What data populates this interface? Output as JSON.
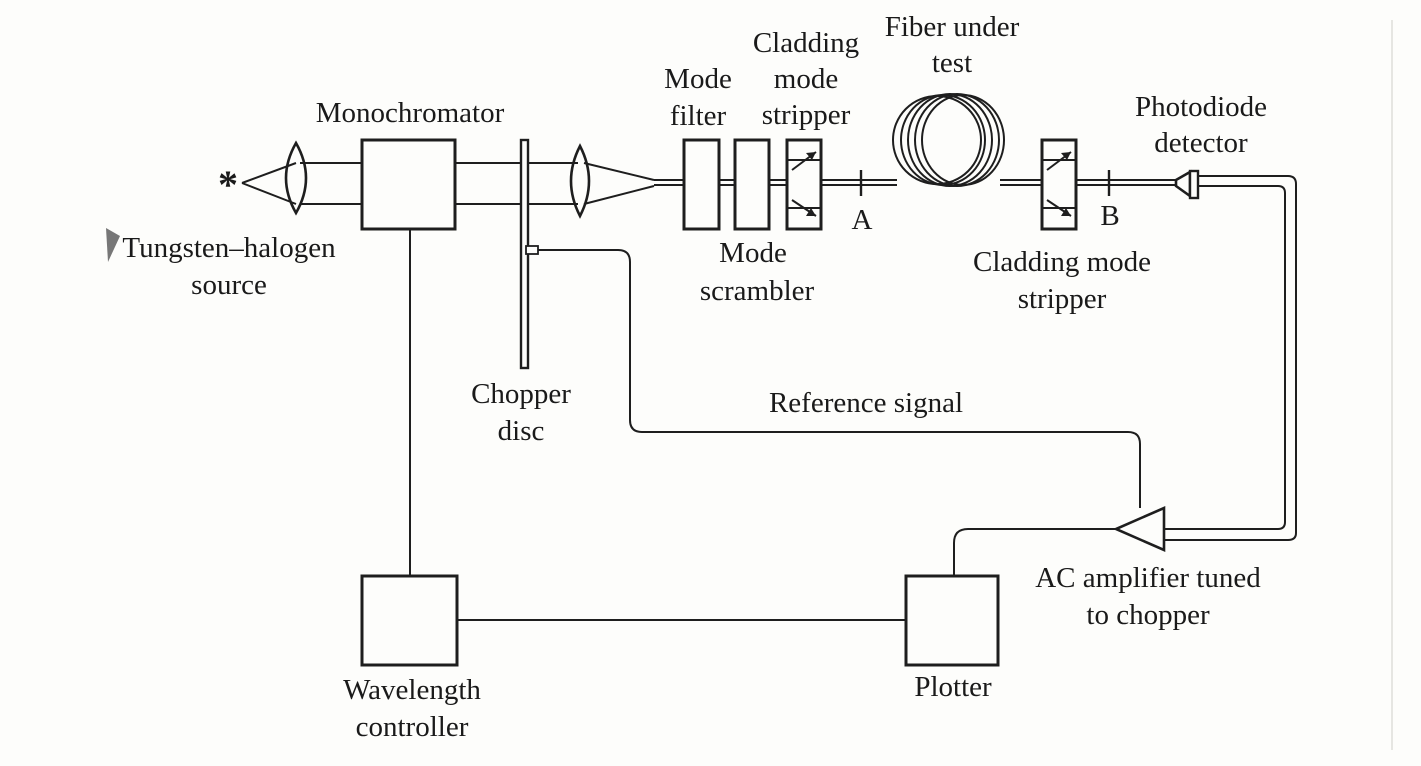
{
  "diagram": {
    "labels": {
      "source_star": "*",
      "source_line1": "Tungsten–halogen",
      "source_line2": "source",
      "monochromator": "Monochromator",
      "chopper_line1": "Chopper",
      "chopper_line2": "disc",
      "mode_filter_line1": "Mode",
      "mode_filter_line2": "filter",
      "cladding_stripper1_line1": "Cladding",
      "cladding_stripper1_line2": "mode",
      "cladding_stripper1_line3": "stripper",
      "fiber_line1": "Fiber under",
      "fiber_line2": "test",
      "photodiode_line1": "Photodiode",
      "photodiode_line2": "detector",
      "point_a": "A",
      "point_b": "B",
      "mode_scrambler_line1": "Mode",
      "mode_scrambler_line2": "scrambler",
      "cladding_stripper2_line1": "Cladding mode",
      "cladding_stripper2_line2": "stripper",
      "reference_signal": "Reference signal",
      "amplifier_line1": "AC amplifier tuned",
      "amplifier_line2": "to chopper",
      "wavelength_line1": "Wavelength",
      "wavelength_line2": "controller",
      "plotter": "Plotter"
    }
  }
}
